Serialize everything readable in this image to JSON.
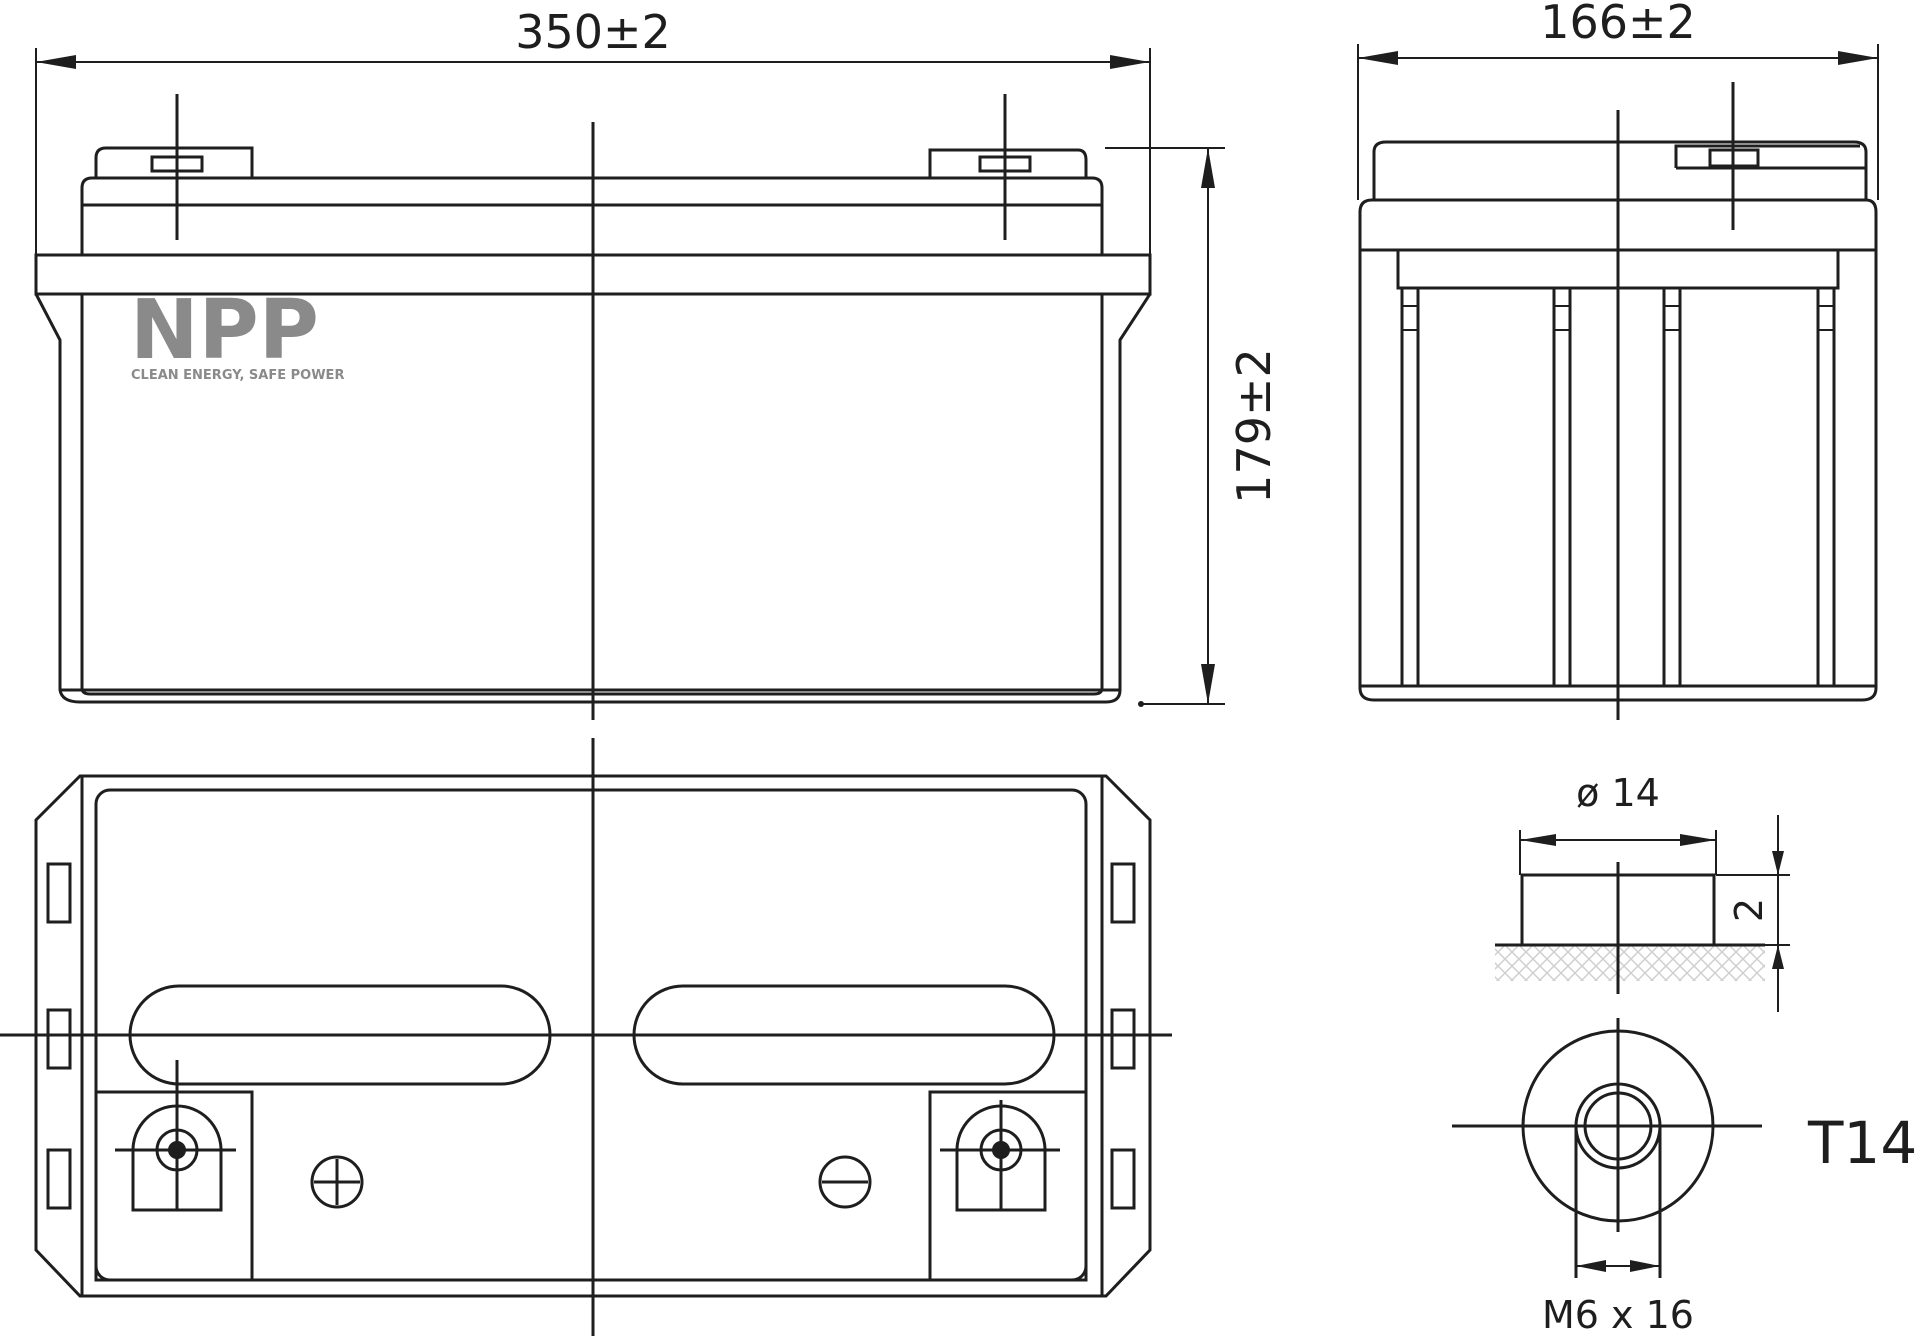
{
  "logo": {
    "brand": "NPP",
    "tagline": "CLEAN ENERGY, SAFE POWER"
  },
  "dimensions": {
    "length": "350±2",
    "width": "166±2",
    "height": "179±2",
    "terminal_diameter": "ø 14",
    "terminal_height": "2",
    "bolt": "M6 x 16"
  },
  "terminal": {
    "type": "T14"
  },
  "polarity": {
    "positive_symbol": "plus",
    "negative_symbol": "minus"
  },
  "colors": {
    "line": "#1e1e1e",
    "logo": "#8a8a8a"
  }
}
